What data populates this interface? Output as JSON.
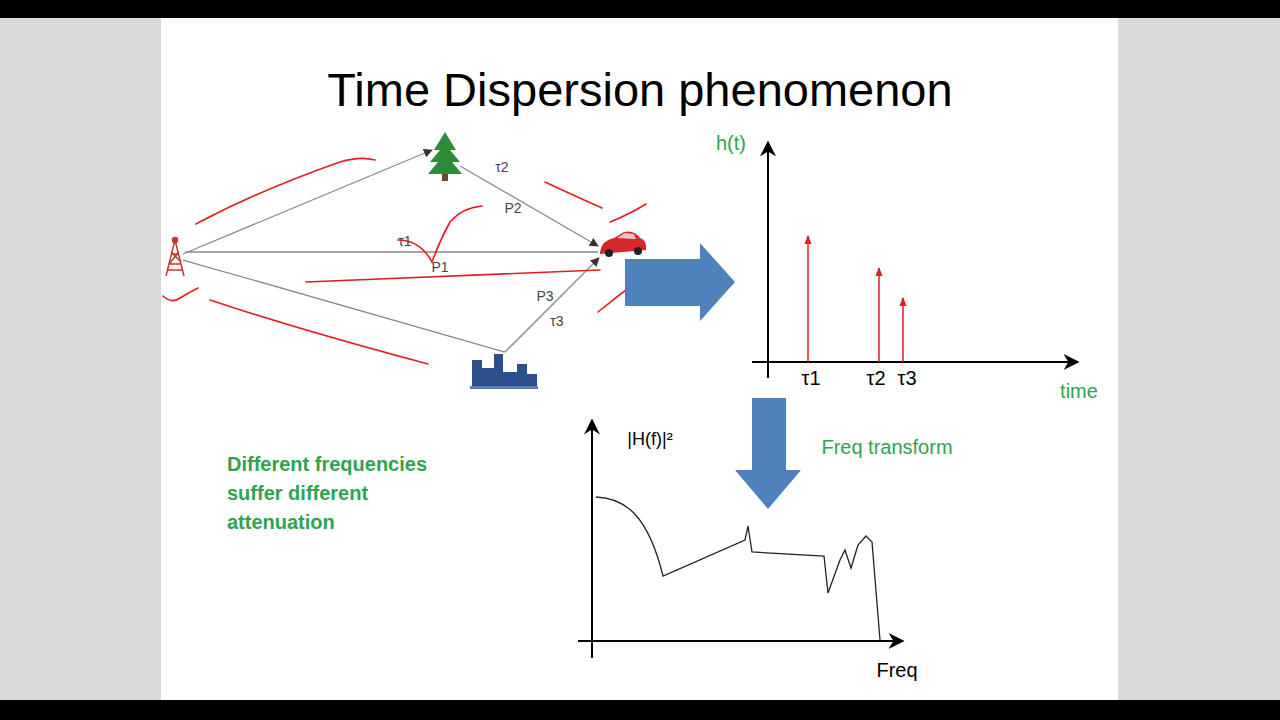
{
  "diagram": {
    "title": "Time Dispersion phenomenon",
    "labels": [
      "τ2",
      "P2",
      "τ1",
      "P1",
      "P3",
      "τ3",
      "h(t)",
      "τ1",
      "τ2",
      "τ3",
      "time",
      "Freq transform",
      "|H(f)|²",
      "Freq",
      "Different frequencies suffer different attenuation"
    ]
  }
}
